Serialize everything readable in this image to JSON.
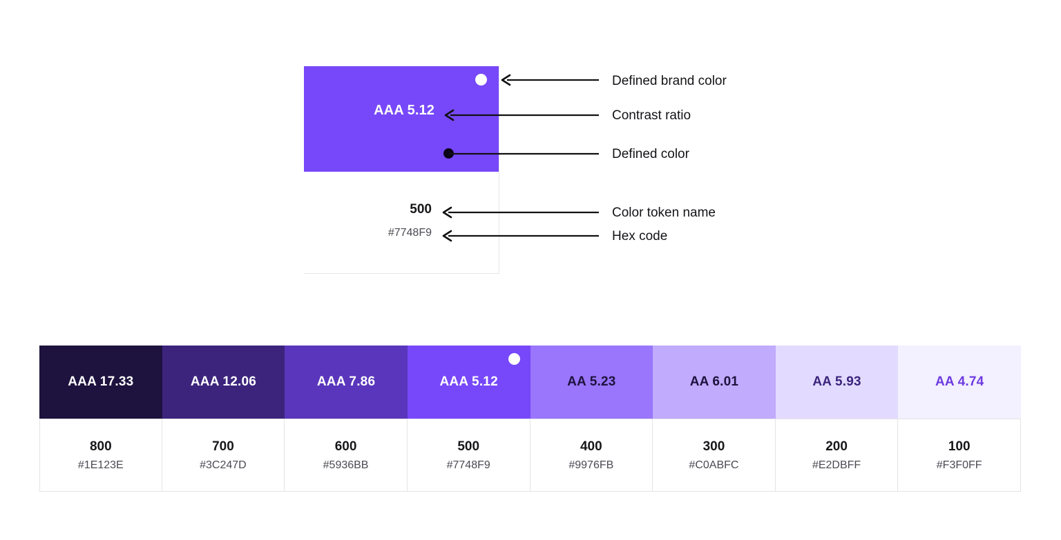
{
  "example": {
    "swatch_color": "#7748F9",
    "contrast_ratio": "AAA 5.12",
    "token": "500",
    "hex": "#7748F9",
    "brand_dot_color": "#FFFFFF",
    "defined_dot_color": "#0B0418"
  },
  "annotations": [
    {
      "label": "Defined brand color",
      "target": "brand-dot"
    },
    {
      "label": "Contrast ratio",
      "target": "contrast-ratio"
    },
    {
      "label": "Defined color",
      "target": "defined-color-dot"
    },
    {
      "label": "Color token name",
      "target": "token-name"
    },
    {
      "label": "Hex code",
      "target": "hex-code"
    }
  ],
  "palette": {
    "columns": [
      {
        "ratio": "AAA 17.33",
        "token": "800",
        "hex": "#1E123E",
        "swatch_color": "#1E123E",
        "ratio_color": "#FFFFFF",
        "brand_dot": false
      },
      {
        "ratio": "AAA 12.06",
        "token": "700",
        "hex": "#3C247D",
        "swatch_color": "#3C247D",
        "ratio_color": "#FFFFFF",
        "brand_dot": false
      },
      {
        "ratio": "AAA 7.86",
        "token": "600",
        "hex": "#5936BB",
        "swatch_color": "#5936BB",
        "ratio_color": "#FFFFFF",
        "brand_dot": false
      },
      {
        "ratio": "AAA 5.12",
        "token": "500",
        "hex": "#7748F9",
        "swatch_color": "#7748F9",
        "ratio_color": "#FFFFFF",
        "brand_dot": true
      },
      {
        "ratio": "AA 5.23",
        "token": "400",
        "hex": "#9976FB",
        "swatch_color": "#9976FB",
        "ratio_color": "#1E123E",
        "brand_dot": false
      },
      {
        "ratio": "AA 6.01",
        "token": "300",
        "hex": "#C0ABFC",
        "swatch_color": "#C0ABFC",
        "ratio_color": "#1E123E",
        "brand_dot": false
      },
      {
        "ratio": "AA 5.93",
        "token": "200",
        "hex": "#E2DBFF",
        "swatch_color": "#E2DBFF",
        "ratio_color": "#3C247D",
        "brand_dot": false
      },
      {
        "ratio": "AA 4.74",
        "token": "100",
        "hex": "#F3F0FF",
        "swatch_color": "#F3F0FF",
        "ratio_color": "#6D3BE0",
        "brand_dot": false
      }
    ]
  }
}
